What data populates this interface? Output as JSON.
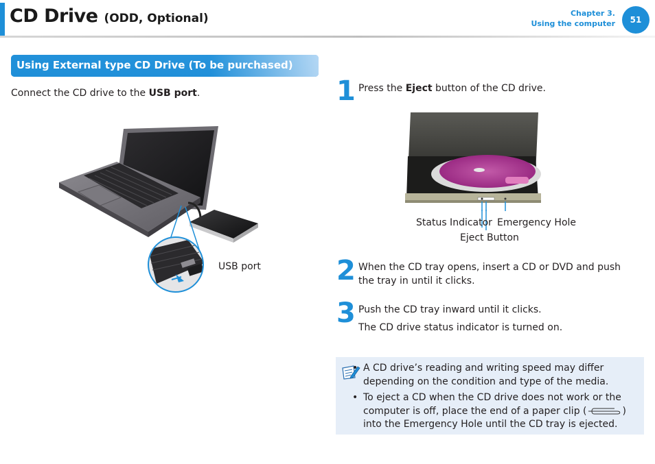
{
  "header": {
    "title": "CD Drive",
    "subtitle": "(ODD, Optional)",
    "chapter_line1": "Chapter 3.",
    "chapter_line2": "Using the computer",
    "page_number": "51",
    "accent_color": "#1e8fd8"
  },
  "section": {
    "heading": "Using External type CD Drive (To be purchased)",
    "intro_prefix": "Connect the CD drive to the ",
    "intro_bold": "USB port",
    "intro_suffix": ".",
    "usb_label": "USB port"
  },
  "steps": [
    {
      "number": "1",
      "prefix": "Press the ",
      "bold": "Eject",
      "suffix": " button of the CD drive."
    },
    {
      "number": "2",
      "text": "When the CD tray opens, insert a CD or DVD and push the tray in until it clicks."
    },
    {
      "number": "3",
      "text": "Push the CD tray inward until it clicks.",
      "text2": "The CD drive status indicator is turned on."
    }
  ],
  "drive_labels": {
    "status_indicator": "Status Indicator",
    "emergency_hole": "Emergency Hole",
    "eject_button": "Eject Button"
  },
  "note": {
    "icon": "note-pencil-icon",
    "items": [
      "A CD drive’s reading and writing speed may differ depending on the condition and type of the media.",
      "To eject a CD when the CD drive does not work or the computer is off, place the end of a paper clip (",
      ") into the Emergency Hole until the CD tray is ejected."
    ]
  }
}
